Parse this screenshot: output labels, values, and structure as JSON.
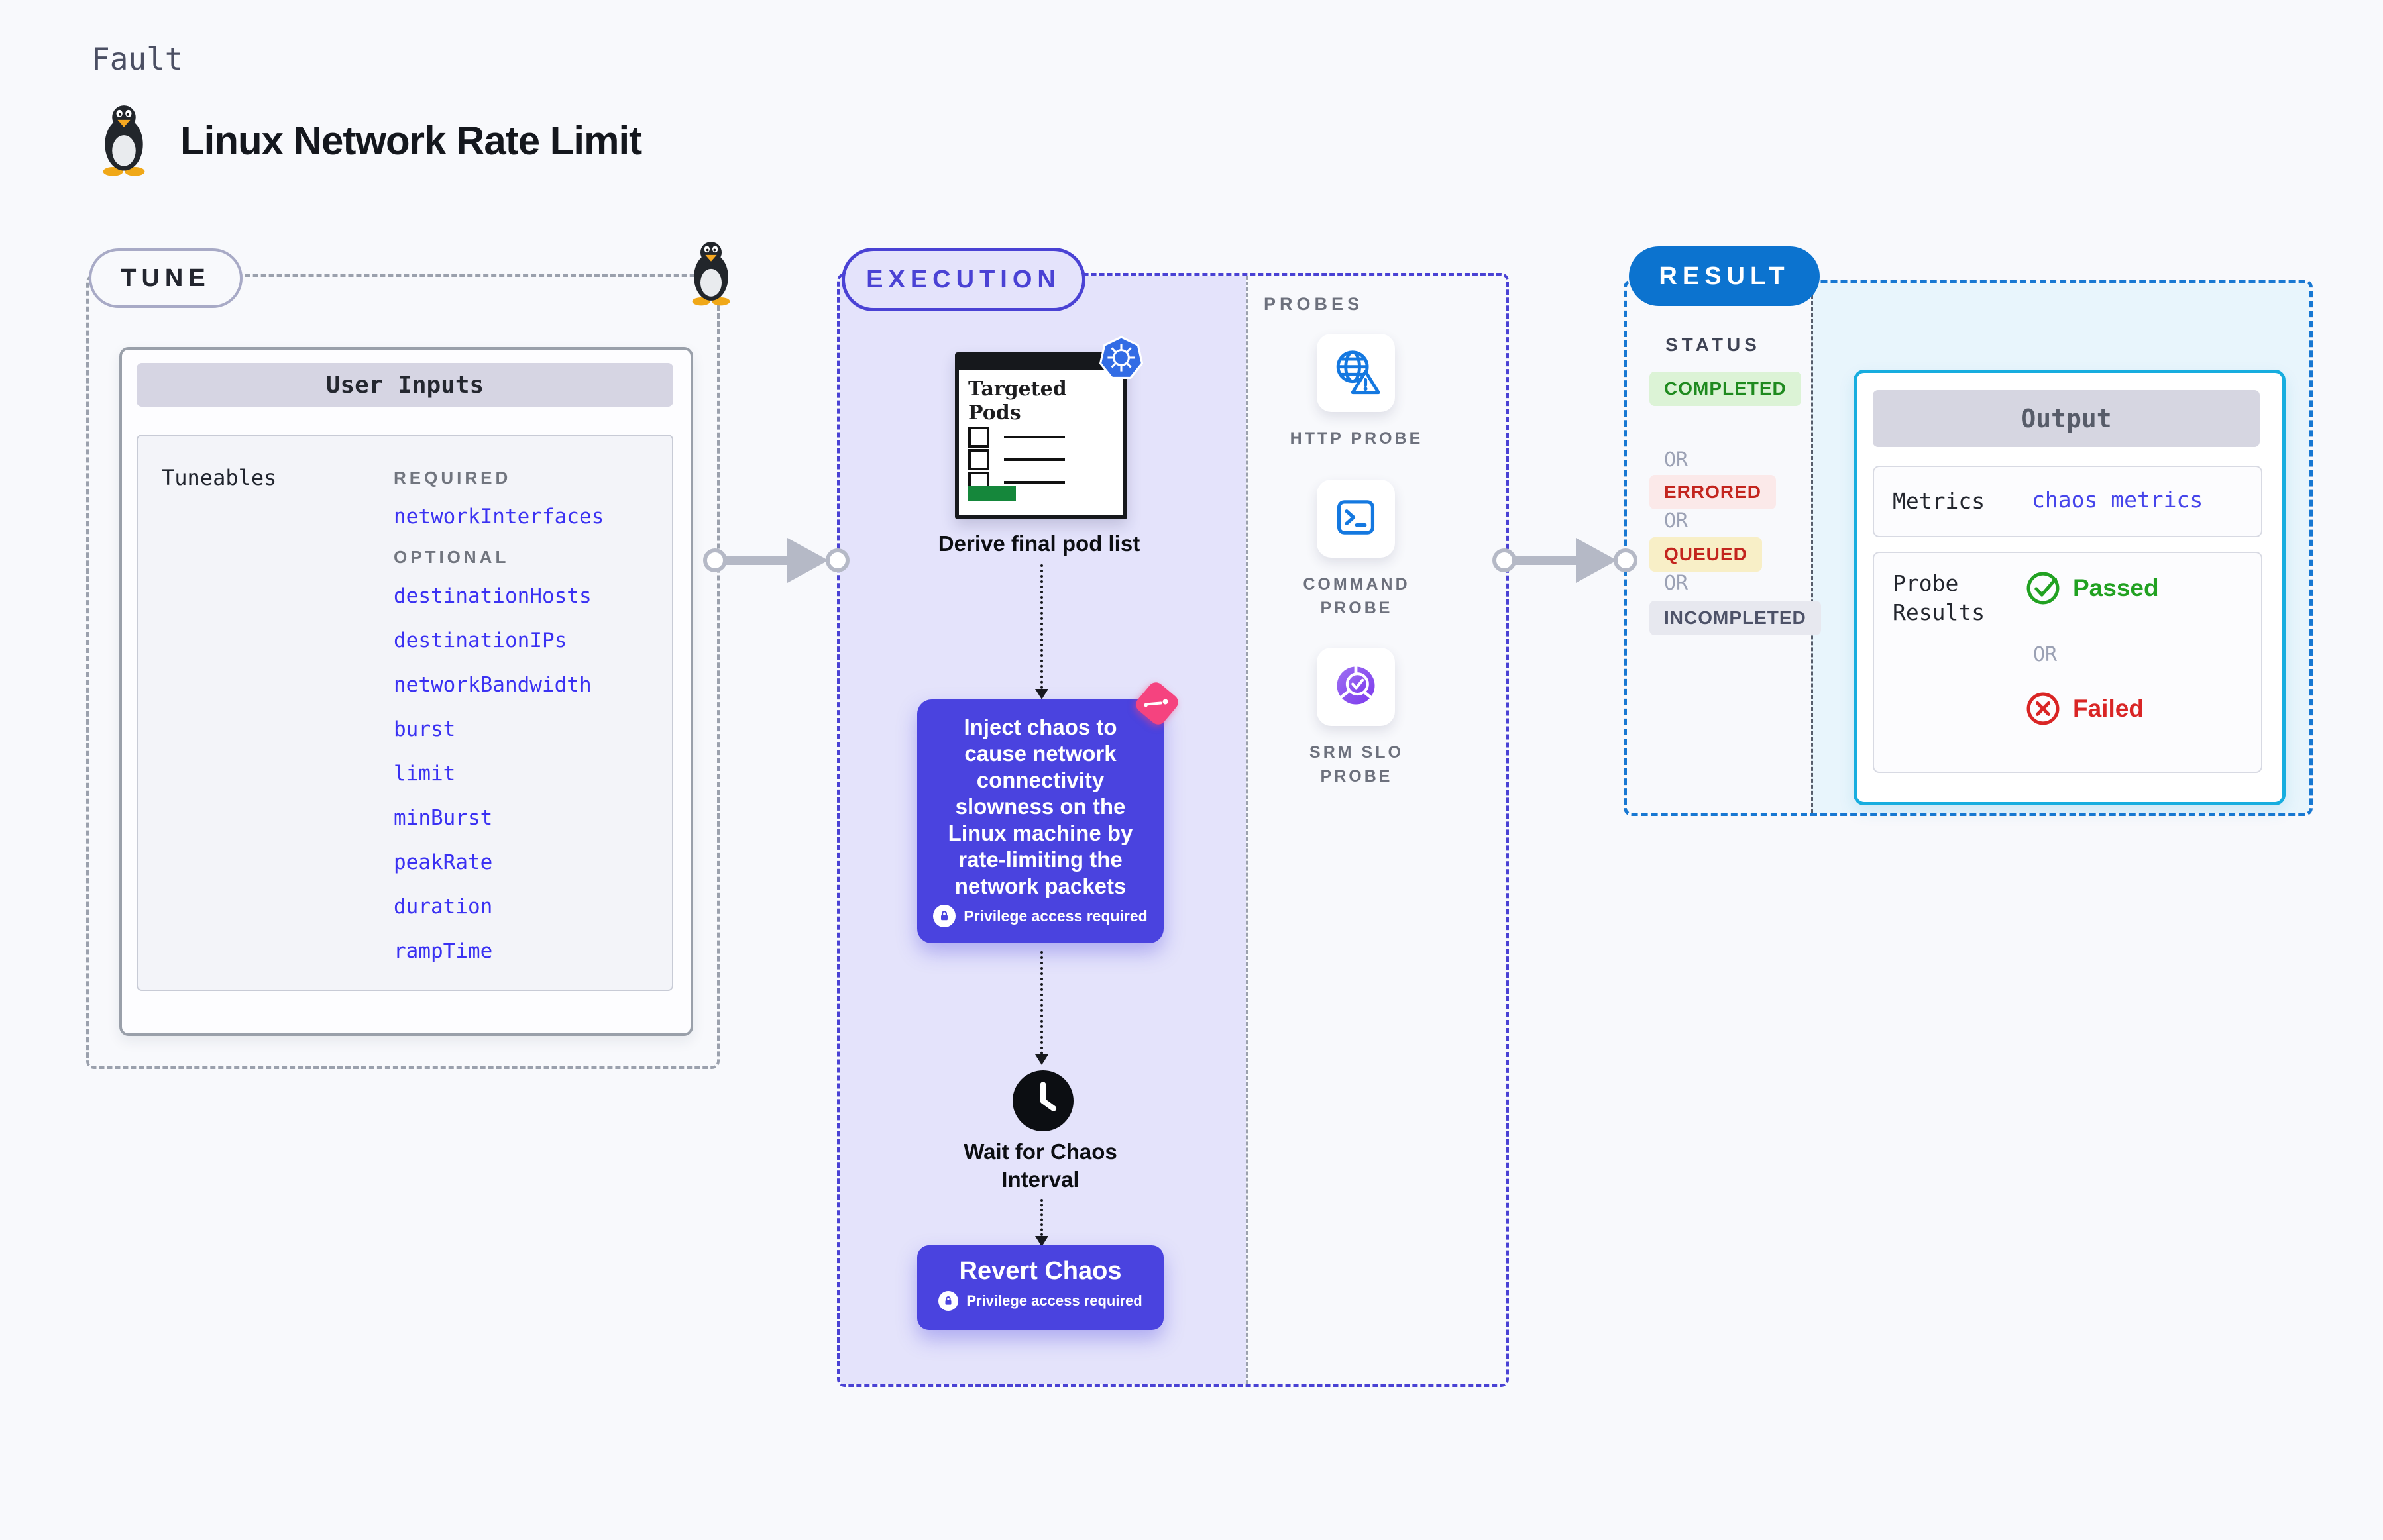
{
  "page": {
    "kicker": "Fault",
    "title": "Linux Network Rate Limit"
  },
  "tune": {
    "badge_label": "TUNE",
    "user_inputs_title": "User Inputs",
    "tuneables_label": "Tuneables",
    "required_label": "REQUIRED",
    "required_items": [
      "networkInterfaces"
    ],
    "optional_label": "OPTIONAL",
    "optional_items": [
      "destinationHosts",
      "destinationIPs",
      "networkBandwidth",
      "burst",
      "limit",
      "minBurst",
      "peakRate",
      "duration",
      "rampTime"
    ]
  },
  "execution": {
    "badge_label": "EXECUTION",
    "targeted_pods_title": "Targeted Pods",
    "derive_step": "Derive final pod list",
    "inject_step": "Inject chaos to cause network connectivity slowness on the Linux machine by rate-limiting the network packets",
    "privilege_note": "Privilege access required",
    "wait_step": "Wait for Chaos Interval",
    "revert_step": "Revert Chaos"
  },
  "probes": {
    "section_label": "PROBES",
    "items": [
      {
        "name": "HTTP PROBE",
        "icon": "http-globe-warning-icon"
      },
      {
        "name": "COMMAND PROBE",
        "icon": "command-terminal-icon"
      },
      {
        "name": "SRM SLO PROBE",
        "icon": "srm-slo-chart-icon"
      }
    ]
  },
  "result": {
    "badge_label": "RESULT",
    "status_label": "STATUS",
    "or_label": "OR",
    "statuses": [
      {
        "label": "COMPLETED",
        "text_color": "#1f8a1f",
        "bg_color": "#dcf3d6"
      },
      {
        "label": "ERRORED",
        "text_color": "#c3251e",
        "bg_color": "#fbe9e9"
      },
      {
        "label": "QUEUED",
        "text_color": "#c3251e",
        "bg_color": "#f8efc7"
      },
      {
        "label": "INCOMPLETED",
        "text_color": "#4d5268",
        "bg_color": "#e7e8ef"
      }
    ],
    "output": {
      "title": "Output",
      "metrics_label": "Metrics",
      "metrics_link": "chaos metrics",
      "probe_results_label": "Probe Results",
      "passed_label": "Passed",
      "failed_label": "Failed"
    }
  },
  "colors": {
    "background": "#f8f9fc",
    "accent_indigo": "#4a42d4",
    "inject_box": "#4a43df",
    "result_blue": "#0c73cf",
    "output_border": "#17addf",
    "link_blue": "#3a31f2",
    "kubernetes_blue": "#326ce5",
    "probe_icon_blue": "#1478e0",
    "srm_purple": "#7c3aed",
    "chaos_pink": "#f5437f",
    "success_green": "#21a121",
    "fail_red": "#d92525",
    "arrow_gray": "#b5b9c6"
  }
}
